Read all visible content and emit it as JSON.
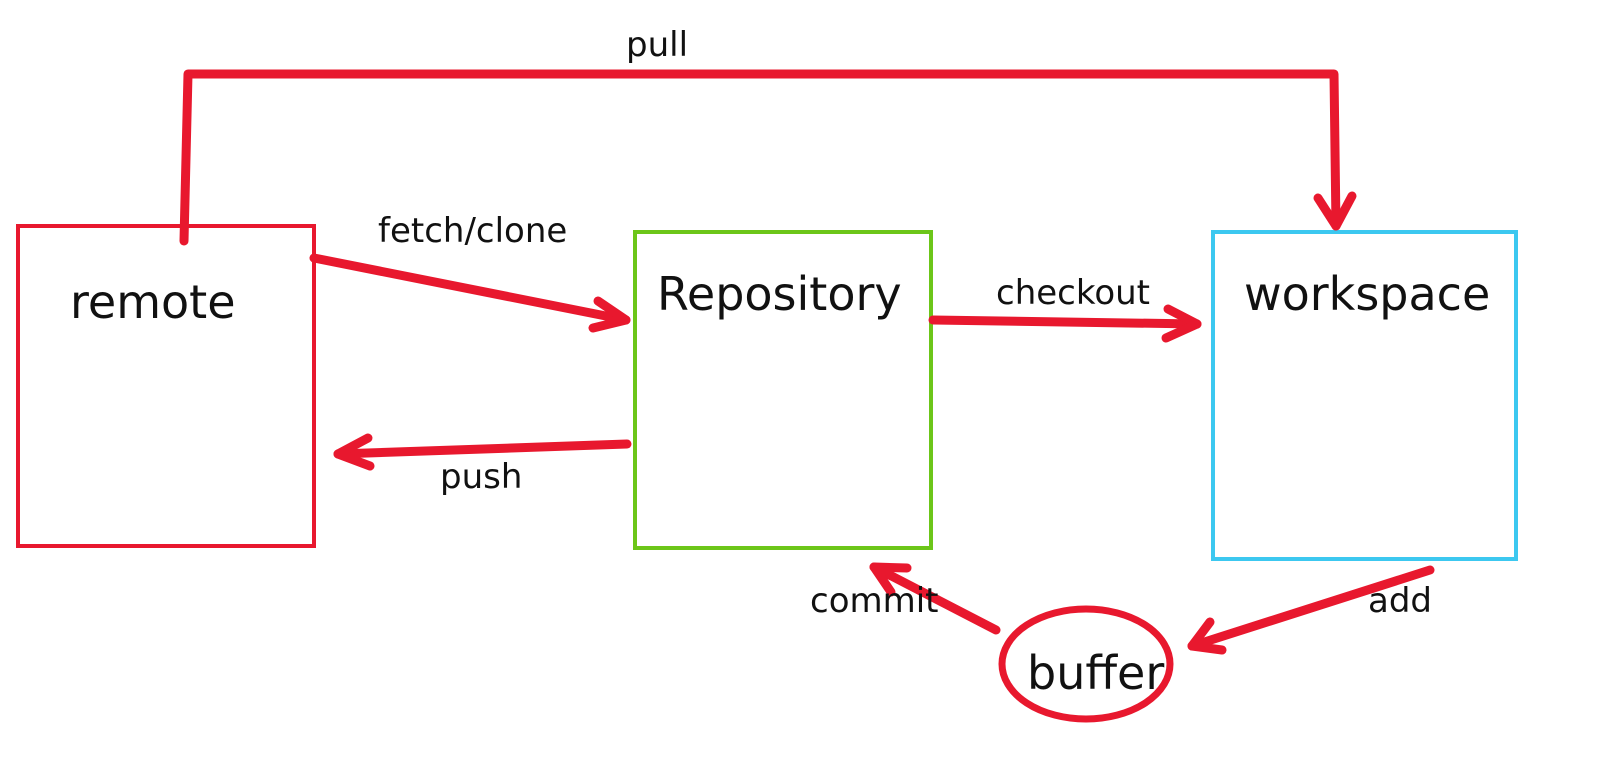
{
  "colors": {
    "arrow": "#e8182e",
    "remote_border": "#e8182e",
    "repository_border": "#6cc619",
    "workspace_border": "#3cc8f0",
    "buffer_border": "#e8182e"
  },
  "nodes": {
    "remote": "remote",
    "repository": "Repository",
    "workspace": "workspace",
    "buffer": "buffer"
  },
  "edges": {
    "pull": "pull",
    "fetch_clone": "fetch/clone",
    "push": "push",
    "checkout": "checkout",
    "commit": "commit",
    "add": "add"
  }
}
